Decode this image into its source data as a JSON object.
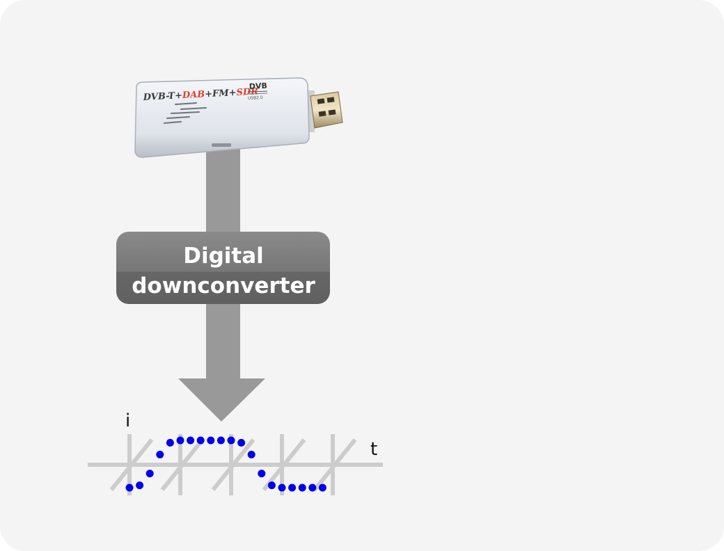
{
  "dongle": {
    "label_parts": [
      {
        "text": "DVB-T+",
        "color": "#3a3a3a"
      },
      {
        "text": "DAB",
        "color": "#e0402a"
      },
      {
        "text": "+FM+",
        "color": "#3a3a3a"
      },
      {
        "text": "SDR",
        "color": "#e0402a"
      }
    ],
    "logo_text": "DVB",
    "usb_text": "USB2.0"
  },
  "converter_box": {
    "line1": "Digital",
    "line2": "downconverter"
  },
  "waveform": {
    "y_axis_label": "i",
    "x_axis_label": "t",
    "samples": [
      0,
      0.05,
      0.3,
      0.7,
      0.95,
      1,
      1,
      1,
      1,
      1,
      1,
      0.95,
      0.7,
      0.3,
      0.05,
      0,
      0,
      0,
      0,
      0
    ],
    "dot_color": "#0000ee"
  },
  "colors": {
    "arrow": "#999999",
    "box_dark": "#666666",
    "box_light": "#8a8a8a",
    "axis": "#cccccc"
  }
}
